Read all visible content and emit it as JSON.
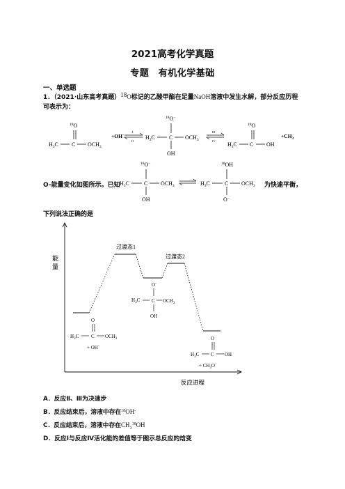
{
  "header": {
    "title": "2021高考化学真题",
    "topic": "专题　有机化学基础"
  },
  "section": {
    "label": "一、单选题"
  },
  "question": {
    "number": "1．",
    "source": "（2021·山东高考真题）",
    "mass_label": "18",
    "element": "O",
    "stem_part1": "标记的乙酸甲酯在足量",
    "reagent": "NaOH",
    "stem_part2": "溶液中发生水解，部分反应历程",
    "stem_line2": "可表示为：",
    "stem_line3a": "O",
    "stem_line3b": "-能量变化如图所示。已知",
    "stem_line3c": "为快速平衡，",
    "stem_line4": "下列说法正确的是"
  },
  "scheme": {
    "plus_oh": "+OH",
    "oh_minus": "-",
    "arrow_I": "I",
    "arrow_II": "II",
    "arrow_III": "III",
    "arrow_IV": "IV",
    "plus_ch3": "+CH",
    "ch3_sub": "3",
    "h3c": "H3C",
    "c": "C",
    "och3": "OCH3",
    "oh": "OH",
    "o18": "18O",
    "o18minus": "18O−",
    "o18h": "18OH",
    "ominus": "O−"
  },
  "diagram": {
    "ylabel_top": "能",
    "ylabel_bottom": "量",
    "xlabel": "反应进程",
    "ts1": "过渡态1",
    "ts2": "过渡态2",
    "inter_o": "O",
    "inter_minus": "-",
    "inter_h3c": "H3C",
    "inter_c": "C",
    "inter_och3": "OCH3",
    "inter_oh": "OH",
    "react_o": "O",
    "react_h3c": "H3C",
    "react_c": "C",
    "react_och3": "OCH3",
    "react_plus": "+ OH",
    "prod_o": "O",
    "prod_h3c": "H3C",
    "prod_c": "C",
    "prod_oh": "OH",
    "prod_plus": "+ CH3O"
  },
  "options": [
    {
      "label": "A．",
      "text": "反应Ⅱ、Ⅲ为决速步"
    },
    {
      "label": "B．",
      "text": "反应结束后，溶液中存在",
      "formula": "18OH-"
    },
    {
      "label": "C．",
      "text": "反应结束后，溶液中存在",
      "formula": "CH318OH"
    },
    {
      "label": "D．",
      "text": "反应Ⅰ与反应Ⅳ活化能的差值等于图示总反应的焓变"
    }
  ]
}
